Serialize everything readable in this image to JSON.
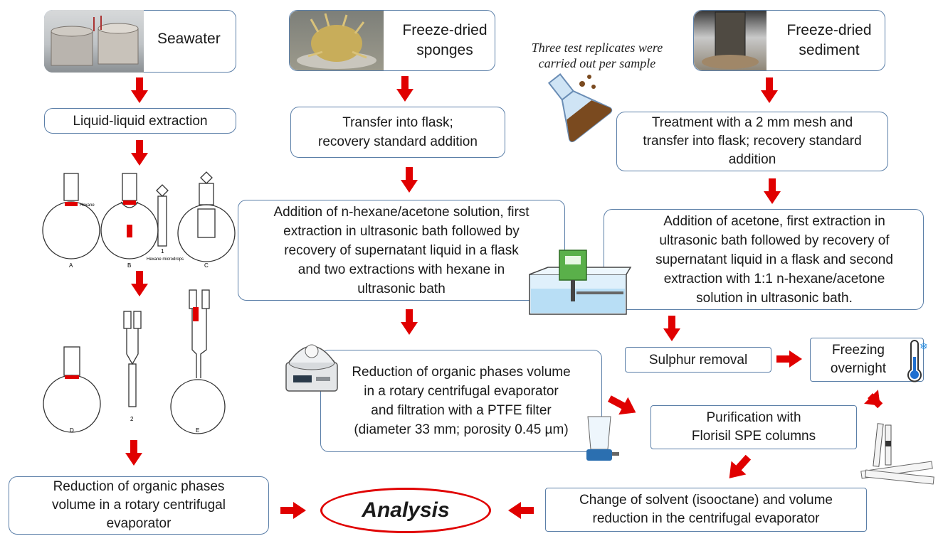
{
  "sources": {
    "seawater": "Seawater",
    "sponges_line1": "Freeze-dried",
    "sponges_line2": "sponges",
    "sediment_line1": "Freeze-dried",
    "sediment_line2": "sediment"
  },
  "note": {
    "line1": "Three test replicates were",
    "line2": "carried out per sample"
  },
  "steps": {
    "lle": "Liquid-liquid extraction",
    "transfer_l1": "Transfer into flask;",
    "transfer_l2": "recovery standard addition",
    "mesh_l1": "Treatment with a 2 mm mesh and",
    "mesh_l2": "transfer into flask; recovery standard",
    "mesh_l3": "addition",
    "hexane_l1": "Addition of n-hexane/acetone solution, first",
    "hexane_l2": "extraction in ultrasonic bath followed by",
    "hexane_l3": "recovery of supernatant liquid in a flask",
    "hexane_l4": "and two extractions with hexane in",
    "hexane_l5": "ultrasonic bath",
    "acetone_l1": "Addition of acetone, first extraction in",
    "acetone_l2": "ultrasonic bath followed by recovery of",
    "acetone_l3": "supernatant liquid in a flask and second",
    "acetone_l4": "extraction with 1:1 n-hexane/acetone",
    "acetone_l5": "solution in ultrasonic bath.",
    "sulphur": "Sulphur removal",
    "freezing_l1": "Freezing",
    "freezing_l2": "overnight",
    "reduction_mid_l1": "Reduction of organic phases volume",
    "reduction_mid_l2": "in a rotary centrifugal evaporator",
    "reduction_mid_l3": "and filtration with a PTFE filter",
    "reduction_mid_l4": "(diameter 33 mm; porosity 0.45 µm)",
    "purification_l1": "Purification with",
    "purification_l2": "Florisil SPE columns",
    "reduction_left_l1": "Reduction of organic phases",
    "reduction_left_l2": "volume in a rotary centrifugal",
    "reduction_left_l3": "evaporator",
    "solvent_l1": "Change of solvent (isooctane) and volume",
    "solvent_l2": "reduction in the centrifugal evaporator",
    "analysis": "Analysis"
  },
  "apparatus_labels": {
    "a": "A",
    "b": "B",
    "c": "C",
    "one": "1",
    "hexane": "Hexane",
    "microdrops": "Hexane microdrops",
    "d": "D",
    "two": "2",
    "e": "E"
  },
  "colors": {
    "arrow": "#e00000",
    "border": "#5b7fa8",
    "analysis_border": "#e00000"
  }
}
